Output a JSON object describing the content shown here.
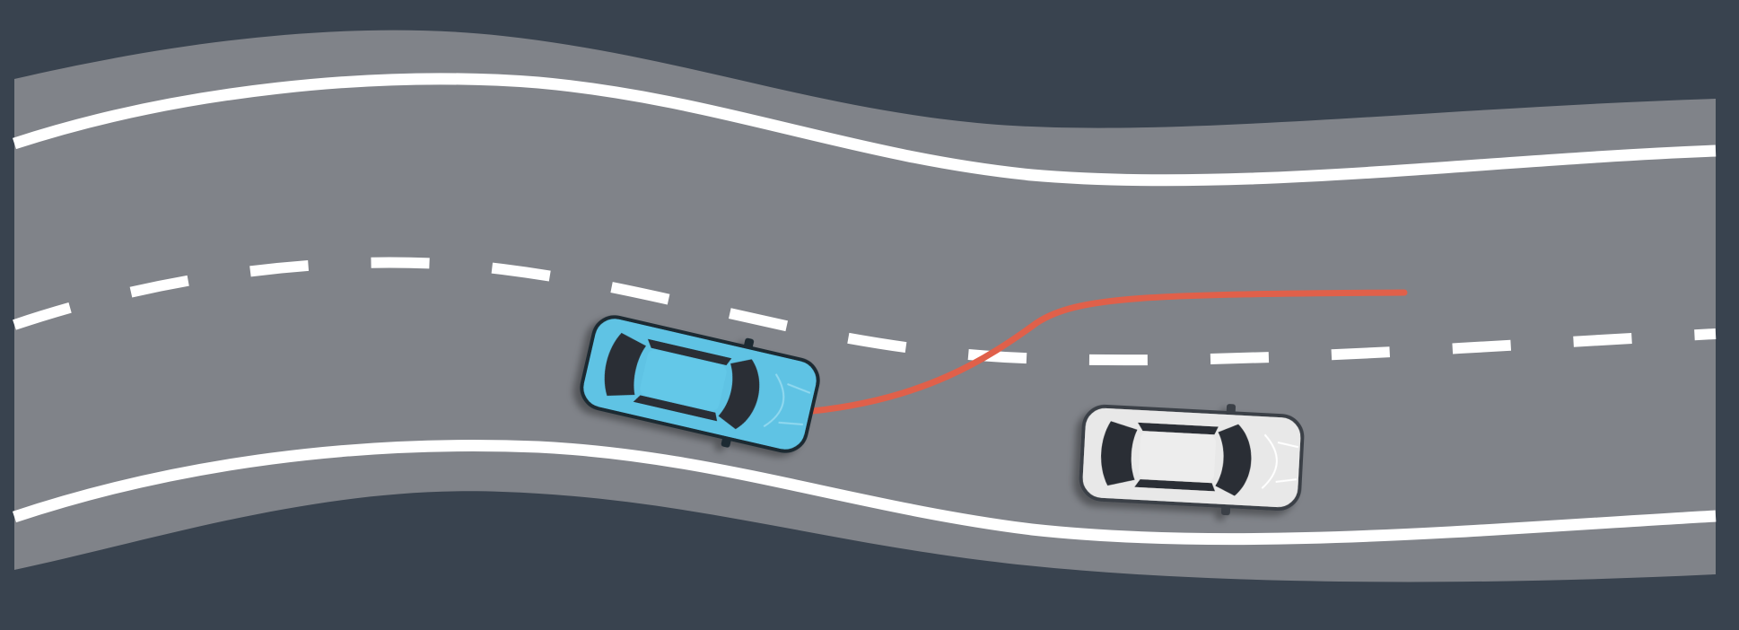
{
  "scene": {
    "colors": {
      "background": "#39434f",
      "road": "#808389",
      "lane_markings": "#ffffff",
      "planned_path": "#e0604a",
      "ego_car_body": "#5fc3e4",
      "other_car_body": "#e8e8e8",
      "car_glass": "#2a2f36"
    },
    "elements": [
      "road",
      "solid-edge-line-top",
      "solid-edge-line-bottom",
      "dashed-center-line",
      "ego-car-blue",
      "other-car-white",
      "planned-path-curve"
    ]
  }
}
